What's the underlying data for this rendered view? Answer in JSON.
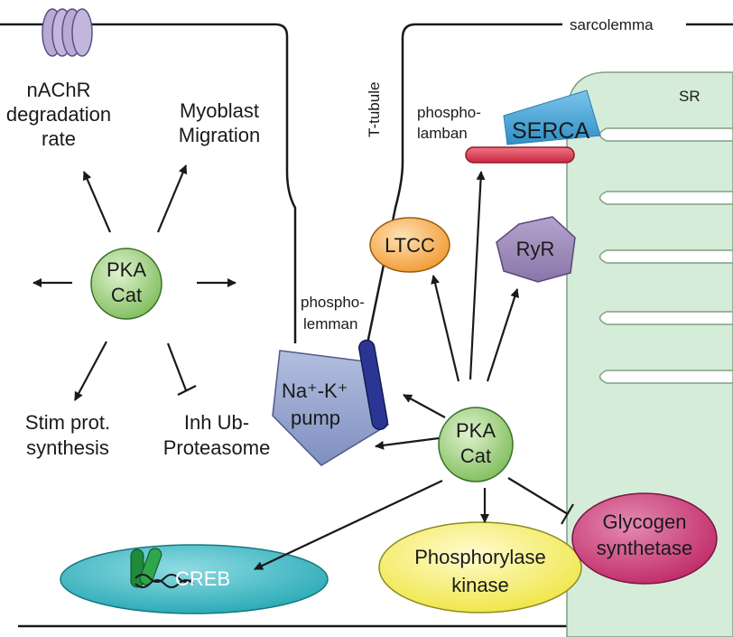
{
  "labels": {
    "sarcolemma": "sarcolemma",
    "t_tubule": "T-tubule",
    "sr": "SR",
    "phospholamban_1": "phospho-",
    "phospholamban_2": "lamban",
    "serca": "SERCA",
    "phospholemman_1": "phospho-",
    "phospholemman_2": "lemman",
    "ltcc": "LTCC",
    "ryr": "RyR",
    "nachr_1": "nAChR",
    "nachr_2": "degradation",
    "nachr_3": "rate",
    "myoblast_1": "Myoblast",
    "myoblast_2": "Migration",
    "stim_1": "Stim prot.",
    "stim_2": "synthesis",
    "inh_1": "Inh Ub-",
    "inh_2": "Proteasome",
    "pka_1": "PKA",
    "pka_2": "Cat",
    "pump_1": "Na⁺-K⁺",
    "pump_2": "pump",
    "creb": "CREB",
    "phosphorylase_1": "Phosphorylase",
    "phosphorylase_2": "kinase",
    "glycogen_1": "Glycogen",
    "glycogen_2": "synthetase"
  },
  "colors": {
    "pka": "#8cc66a",
    "sr": "#d5ecd9",
    "serca": "#4aa6d6",
    "phospholamban": "#d8334a",
    "phospholemman": "#2b3694",
    "ltcc": "#f4a640",
    "ryr": "#9a86b6",
    "pump": "#8c9bc8",
    "creb": "#2fb2bd",
    "phosphorylase": "#f0e84a",
    "glycogen": "#c4346f",
    "nachr": "#b7aad3"
  }
}
